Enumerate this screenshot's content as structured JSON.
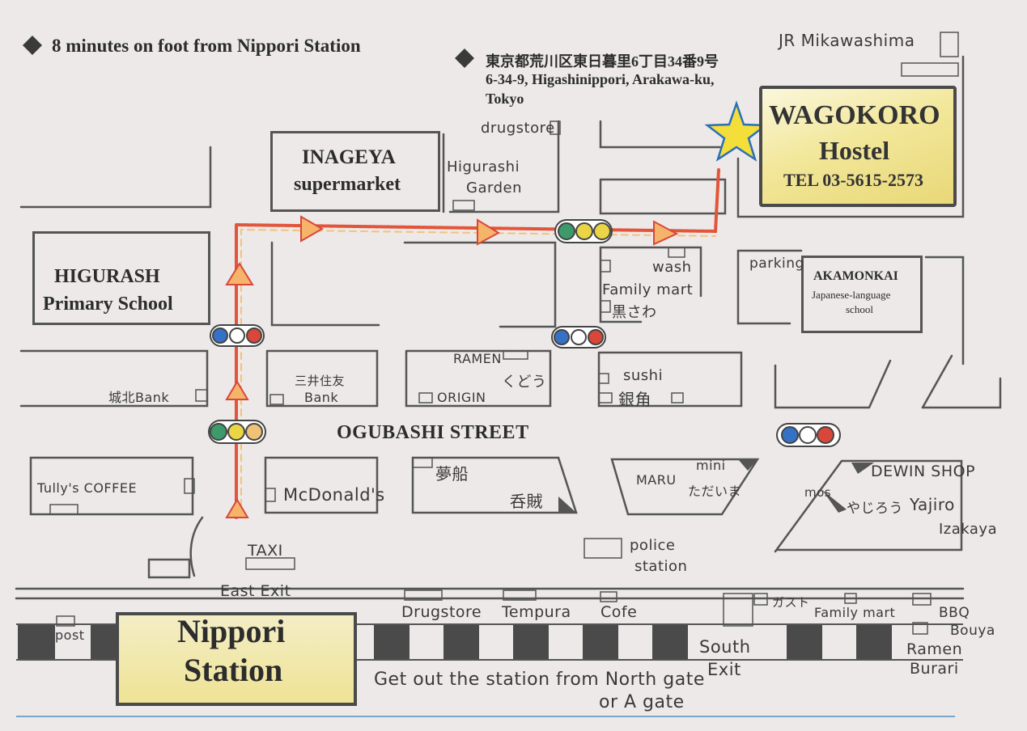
{
  "header": {
    "access": "8 minutes on foot from Nippori Station",
    "address_jp": "東京都荒川区東日暮里6丁目34番9号",
    "address_en_1": "6-34-9, Higashinippori, Arakawa-ku,",
    "address_en_2": "Tokyo"
  },
  "hostel": {
    "name_1": "WAGOKORO",
    "name_2": "Hostel",
    "tel": "TEL 03-5615-2573"
  },
  "landmarks": {
    "jr_mikawashima": "JR Mikawashima",
    "drugstore_top": "drugstore",
    "inageya_1": "INAGEYA",
    "inageya_2": "supermarket",
    "higurashi_garden_1": "Higurashi",
    "higurashi_garden_2": "Garden",
    "school_1": "HIGURASH",
    "school_2": "Primary School",
    "wash": "wash",
    "family_mart_mid": "Family mart",
    "kurosawa": "黒さわ",
    "parking": "parking",
    "akamonkai_1": "AKAMONKAI",
    "akamonkai_2": "Japanese-language",
    "akamonkai_3": "school",
    "ramen": "RAMEN",
    "kudou": "くどう",
    "origin": "ORIGIN",
    "sushi": "sushi",
    "ginkaku": "銀角",
    "bank_left": "城北Bank",
    "mitsui_bank_1": "三井住友",
    "mitsui_bank_2": "Bank",
    "street": "OGUBASHI STREET",
    "tullys": "Tully's COFFEE",
    "mcdonalds": "McDonald's",
    "yume_fune": "夢船",
    "ken": "呑賊",
    "maru": "MARU",
    "mini": "mini",
    "tadaima": "ただいま",
    "dewin": "DEWIN SHOP",
    "mos": "mos",
    "yajirou_jp": "やじろう",
    "yajiro": "Yajiro",
    "izakaya": "Izakaya",
    "police_1": "police",
    "police_2": "station",
    "taxi": "TAXI",
    "east_exit": "East Exit",
    "post": "post",
    "station_1": "Nippori",
    "station_2": "Station",
    "drugstore_bottom": "Drugstore",
    "tempura": "Tempura",
    "cafe": "Cofe",
    "gusto": "ガスト",
    "family_mart_bottom": "Family mart",
    "bbq": "BBQ",
    "bouya": "Bouya",
    "ramen_bottom": "Ramen",
    "burari": "Burari",
    "south_exit_1": "South",
    "south_exit_2": "Exit",
    "note_1": "Get out the station from North gate",
    "note_2": "or A gate"
  },
  "colors": {
    "paper": "#ece9e8",
    "line": "#555555",
    "route": "#e2553a",
    "route_fill": "#f4a05a",
    "star": "#f3de3a",
    "star_stroke": "#2b6fb8",
    "light_green": "#3d9a6a",
    "light_yellow": "#e9d545",
    "light_red": "#d9473a",
    "light_blue": "#3572c6"
  }
}
